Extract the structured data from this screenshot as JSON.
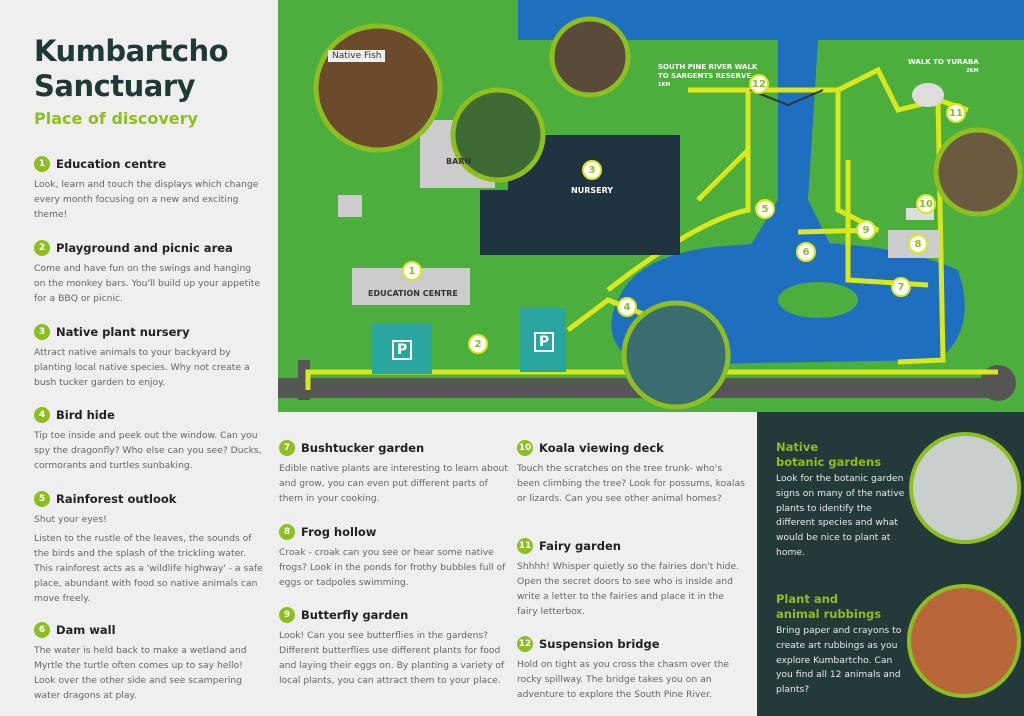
{
  "title": "Kumbartcho Sanctuary",
  "subtitle": "Place of discovery",
  "items": [
    {
      "n": "1",
      "title": "Education centre",
      "text": "Look, learn and touch the displays which change every month focusing on a new and exciting theme!"
    },
    {
      "n": "2",
      "title": "Playground and picnic area",
      "text": "Come and have fun on the swings and hanging on the monkey bars. You'll build up your appetite for a BBQ or picnic."
    },
    {
      "n": "3",
      "title": "Native plant nursery",
      "text": "Attract native animals to your backyard by planting local native species. Why not create a bush tucker garden to enjoy."
    },
    {
      "n": "4",
      "title": "Bird hide",
      "text": "Tip toe inside and peek out the window. Can you spy the dragonfly? Who else can you see? Ducks, cormorants and turtles sunbaking."
    },
    {
      "n": "5",
      "title": "Rainforest outlook",
      "text": "Shut your eyes!",
      "text2": "Listen to the rustle of the leaves, the sounds of the birds and the splash of the trickling water. This rainforest acts as a 'wildlife highway' - a safe place, abundant with food so native animals can move freely."
    },
    {
      "n": "6",
      "title": "Dam wall",
      "text": "The water is held back to make a wetland and Myrtle the turtle often comes up to say hello! Look over the other side and see scampering water dragons at play."
    },
    {
      "n": "7",
      "title": "Bushtucker garden",
      "text": "Edible native plants are interesting to learn about and grow, you can even put different parts of them in your cooking."
    },
    {
      "n": "8",
      "title": "Frog hollow",
      "text": "Croak - croak can you see or hear some native frogs? Look in the ponds for frothy bubbles full of eggs or tadpoles swimming."
    },
    {
      "n": "9",
      "title": "Butterfly garden",
      "text": "Look! Can you see butterflies in the gardens? Different butterflies use different plants for food and laying their eggs on. By planting a variety of local plants, you can attract them to your place."
    },
    {
      "n": "10",
      "title": "Koala viewing deck",
      "text": "Touch the scratches on the tree trunk- who's been climbing the tree? Look for possums, koalas or lizards. Can you see other animal homes?"
    },
    {
      "n": "11",
      "title": "Fairy garden",
      "text": "Shhhh! Whisper quietly so the fairies don't hide. Open the secret doors to see who is inside and write a letter to the fairies and place it in the fairy letterbox."
    },
    {
      "n": "12",
      "title": "Suspension bridge",
      "text": "Hold on tight as you cross the chasm over the rocky spillway. The bridge takes you on an adventure to explore the South Pine River."
    }
  ],
  "map": {
    "barn": "BARN",
    "nursery": "NURSERY",
    "education": "EDUCATION CENTRE",
    "parking": "P",
    "walk1": "SOUTH PINE RIVER WALK",
    "walk1b": "TO SARGENTS RESERVE",
    "walk1d": "1KM",
    "walk2": "WALK TO YURABA",
    "walk2d": "2KM",
    "photo_sign": "Native Fish"
  },
  "side": {
    "h1a": "Native",
    "h1b": "botanic gardens",
    "p1": "Look for the botanic garden signs on many of the native plants to identify the different species and what would be nice to plant at home.",
    "h2a": "Plant and",
    "h2b": "animal rubbings",
    "p2": "Bring paper and crayons to create art rubbings as you explore Kumbartcho. Can you find all 12 animals and plants?"
  },
  "colors": {
    "green": "#8cbf1f",
    "map_green": "#4cae3c",
    "water": "#1f6fc0",
    "path": "#d9e81c",
    "dark": "#24393a",
    "navy": "#1f3340"
  }
}
